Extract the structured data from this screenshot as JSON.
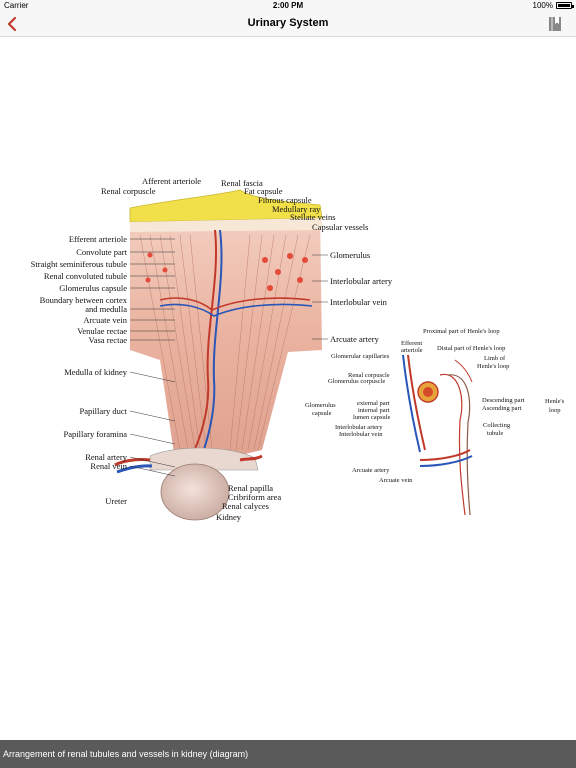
{
  "status_bar": {
    "carrier": "Carrier",
    "time": "2:00 PM",
    "battery": "100%",
    "battery_level": 1.0
  },
  "nav": {
    "title": "Urinary System",
    "back_icon": "chevron-left-icon",
    "bookmark_icon": "bookmark-icon",
    "accent_color": "#c0392b"
  },
  "diagram": {
    "left_labels": [
      "Efferent arteriole",
      "Convolute part",
      "Straight seminiferous tubule",
      "Renal convoluted tubule",
      "Glomerulus capsule",
      "Boundary between cortex",
      "and medulla",
      "Arcuate vein",
      "Venulae rectae",
      "Vasa rectae",
      "Medulla of kidney",
      "Papillary duct",
      "Papillary foramina",
      "Renal artery",
      "Renal vein",
      "Ureter"
    ],
    "top_labels": [
      "Afferent arteriole",
      "Renal fascia",
      "Renal corpuscle",
      "Fat capsule",
      "Fibrous capsule",
      "Medullary ray",
      "Stellate veins",
      "Capsular vessels"
    ],
    "right_labels": [
      "Glomerulus",
      "Interlobular artery",
      "Interlobular vein",
      "Arcuate artery"
    ],
    "bottom_labels": [
      "Renal papilla",
      "Cribriform area",
      "Renal calyces",
      "Kidney"
    ],
    "detail_labels": [
      "Proximal part of Henle's loop",
      "Efferent",
      "arteriole",
      "Distal part of Henle's loop",
      "Glomerular capillaries",
      "Limb of",
      "Henle's loop",
      "Renal corpuscle",
      "Glomerulus corpuscle",
      "Descending part",
      "Ascending part",
      "Henle's",
      "loop",
      "Glomerulus",
      "capsule",
      "external part",
      "internal part",
      "lumen capsule",
      "Collecting",
      "tubule",
      "Interlobular artery",
      "Interlobular vein",
      "Arcuate artery",
      "Arcuate vein"
    ]
  },
  "caption": "Arrangement of renal tubules and vessels in kidney (diagram)"
}
